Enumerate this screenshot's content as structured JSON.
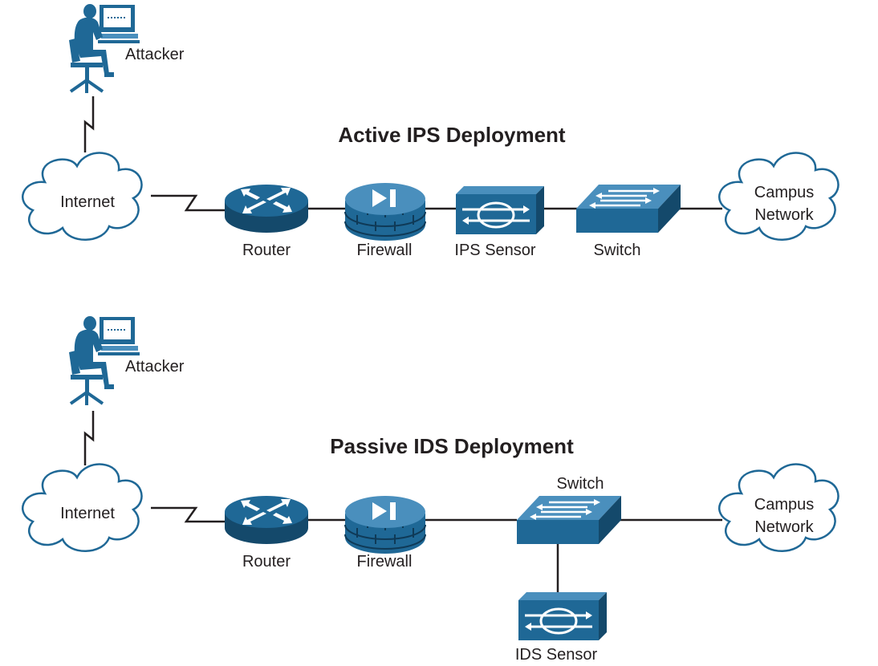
{
  "colors": {
    "device_fill": "#1f6896",
    "device_light": "#4a8fbd",
    "device_dark": "#14496b",
    "line": "#231f20",
    "cloud_stroke": "#1f6896",
    "text": "#231f20"
  },
  "active": {
    "title": "Active IPS Deployment",
    "attacker_label": "Attacker",
    "internet_label": "Internet",
    "router_label": "Router",
    "firewall_label": "Firewall",
    "sensor_label": "IPS Sensor",
    "switch_label": "Switch",
    "campus_label_1": "Campus",
    "campus_label_2": "Network"
  },
  "passive": {
    "title": "Passive IDS Deployment",
    "attacker_label": "Attacker",
    "internet_label": "Internet",
    "router_label": "Router",
    "firewall_label": "Firewall",
    "switch_label": "Switch",
    "sensor_label": "IDS Sensor",
    "campus_label_1": "Campus",
    "campus_label_2": "Network"
  },
  "icons": {
    "attacker": "person-at-computer-icon",
    "internet": "cloud-icon",
    "router": "router-icon",
    "firewall": "firewall-icon",
    "sensor": "ips-sensor-icon",
    "switch": "switch-icon",
    "campus": "cloud-icon"
  }
}
